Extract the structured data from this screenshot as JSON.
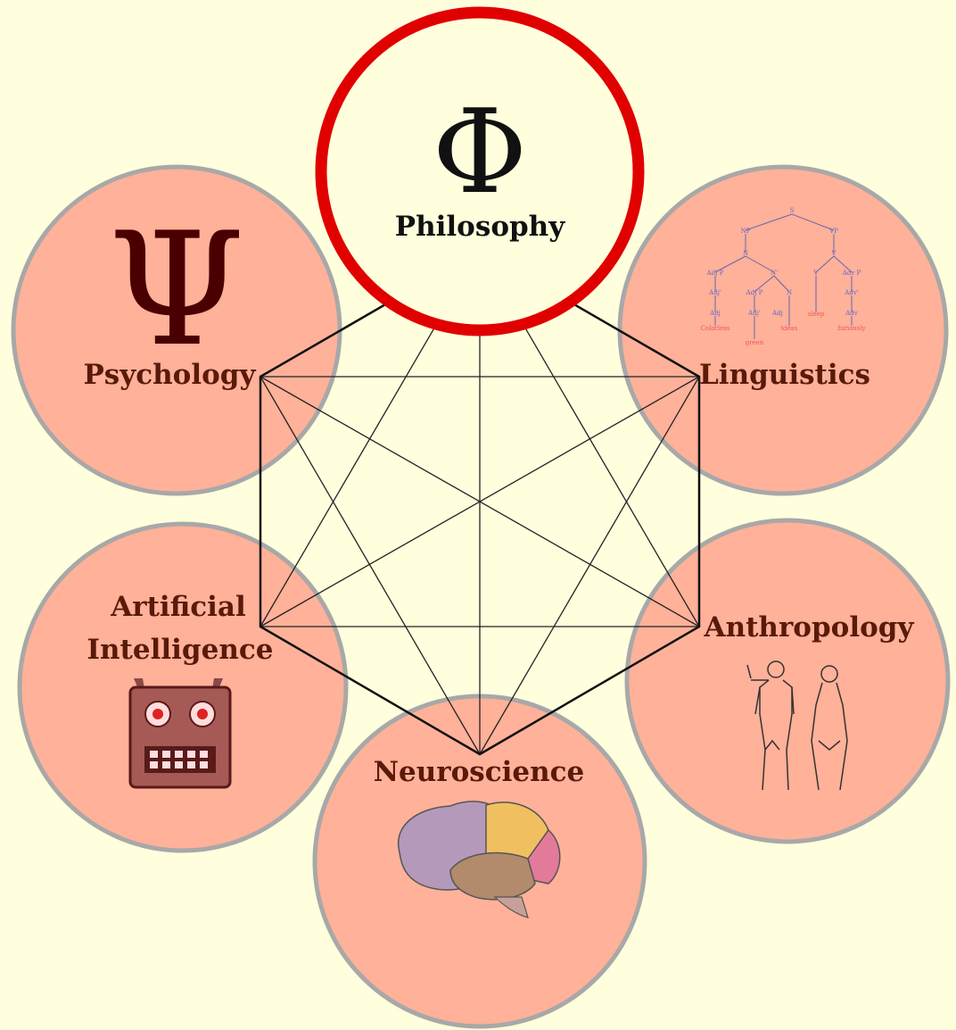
{
  "diagram": {
    "center": {
      "label": "Philosophy",
      "symbol": "Φ",
      "highlight_color": "#e00000",
      "circle_fill": "#ffffdd"
    },
    "fields": [
      {
        "id": "psychology",
        "label": "Psychology",
        "symbol": "Ψ"
      },
      {
        "id": "linguistics",
        "label": "Linguistics"
      },
      {
        "id": "anthropology",
        "label": "Anthropology"
      },
      {
        "id": "neuroscience",
        "label": "Neuroscience"
      },
      {
        "id": "ai",
        "label_line1": "Artificial",
        "label_line2": "Intelligence"
      }
    ],
    "parse_tree": {
      "root": "S",
      "nodes": [
        "NP",
        "VP",
        "N",
        "V",
        "Adj P",
        "N'",
        "Adj P",
        "N",
        "V",
        "Adv P",
        "Adj'",
        "Adj'",
        "Adv'",
        "Adj",
        "Adj",
        "Adv"
      ],
      "words": [
        "Colorless",
        "green",
        "ideas",
        "sleep",
        "furiously"
      ]
    },
    "colors": {
      "background": "#ffffdd",
      "field_fill": "#ffb199",
      "field_stroke": "#a8a8a8",
      "text": "#5a1a0a",
      "hexagon": "#111111",
      "symbol_psi": "#4a0000"
    }
  }
}
